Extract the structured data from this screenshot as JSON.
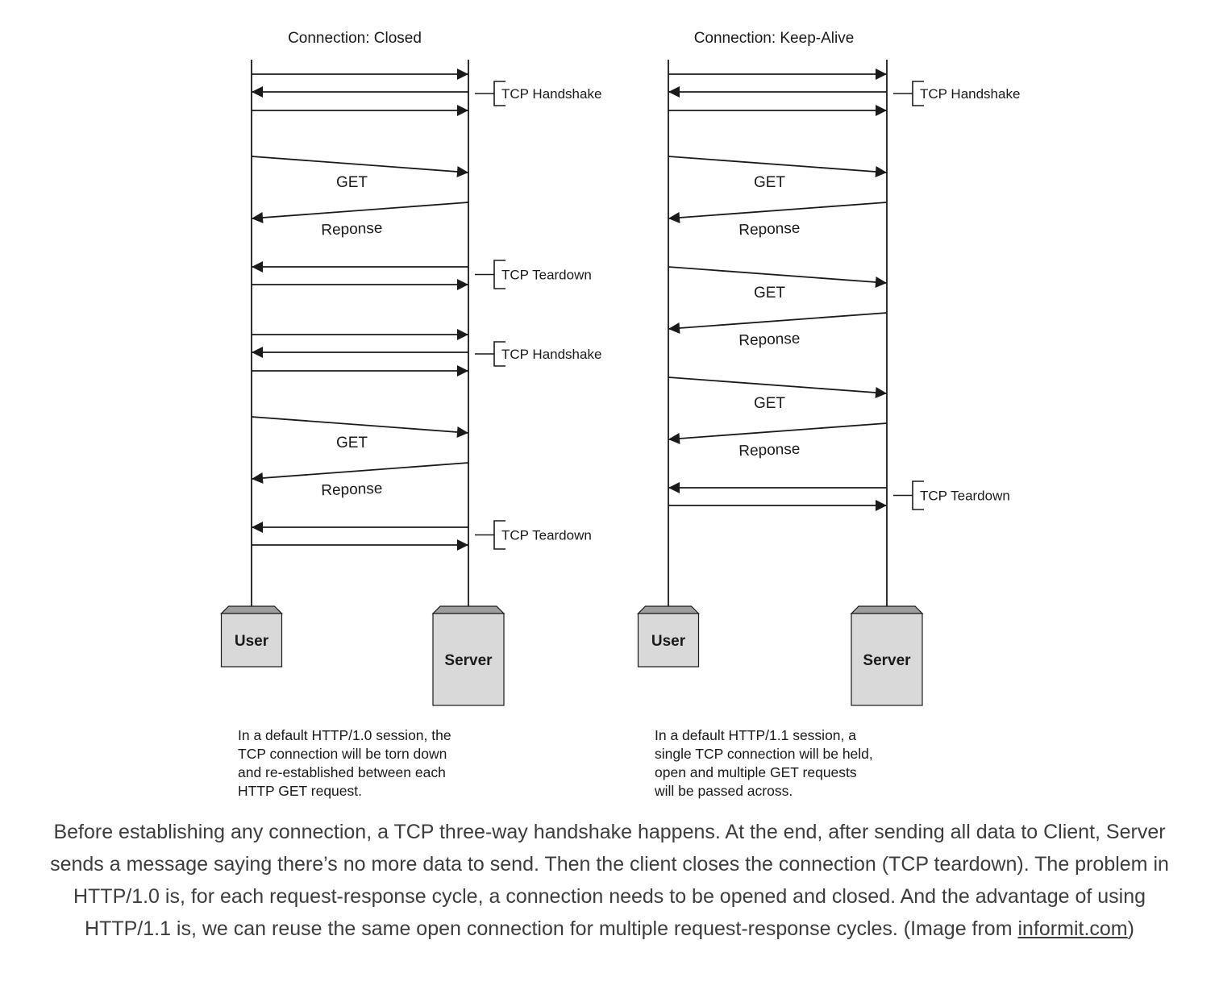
{
  "panels": [
    {
      "id": "closed",
      "title": "Connection: Closed",
      "client_label": "User",
      "server_label": "Server",
      "sequence": [
        {
          "kind": "handshake",
          "label": "TCP Handshake"
        },
        {
          "kind": "get",
          "label": "GET"
        },
        {
          "kind": "response",
          "label": "Reponse"
        },
        {
          "kind": "teardown",
          "label": "TCP Teardown"
        },
        {
          "kind": "handshake",
          "label": "TCP Handshake"
        },
        {
          "kind": "get",
          "label": "GET"
        },
        {
          "kind": "response",
          "label": "Reponse"
        },
        {
          "kind": "teardown",
          "label": "TCP Teardown"
        }
      ],
      "note_lines": [
        "In a default HTTP/1.0 session, the",
        "TCP connection will be torn down",
        "and re-established between each",
        "HTTP GET request."
      ]
    },
    {
      "id": "keepalive",
      "title": "Connection: Keep-Alive",
      "client_label": "User",
      "server_label": "Server",
      "sequence": [
        {
          "kind": "handshake",
          "label": "TCP Handshake"
        },
        {
          "kind": "get",
          "label": "GET"
        },
        {
          "kind": "response",
          "label": "Reponse"
        },
        {
          "kind": "get",
          "label": "GET"
        },
        {
          "kind": "response",
          "label": "Reponse"
        },
        {
          "kind": "get",
          "label": "GET"
        },
        {
          "kind": "response",
          "label": "Reponse"
        },
        {
          "kind": "teardown",
          "label": "TCP Teardown"
        }
      ],
      "note_lines": [
        "In a default HTTP/1.1 session, a",
        "single TCP connection will be held,",
        "open and multiple GET requests",
        "will be passed across."
      ]
    }
  ],
  "caption": {
    "text": "Before establishing any connection, a TCP three-way handshake happens. At the end, after sending all data to Client, Server sends a message saying there’s no more data to send. Then the client closes the connection (TCP teardown). The problem in HTTP/1.0 is, for each request-response cycle, a connection needs to be opened and closed. And the advantage of using HTTP/1.1 is, we can reuse the same open connection for multiple request-response cycles. (Image from ",
    "link_text": "informit.com",
    "suffix": ")"
  },
  "colors": {
    "line": "#1a1a1a",
    "box_fill": "#d9d9d9",
    "box_top": "#9e9e9e",
    "caption_text": "#3d3d3d"
  }
}
